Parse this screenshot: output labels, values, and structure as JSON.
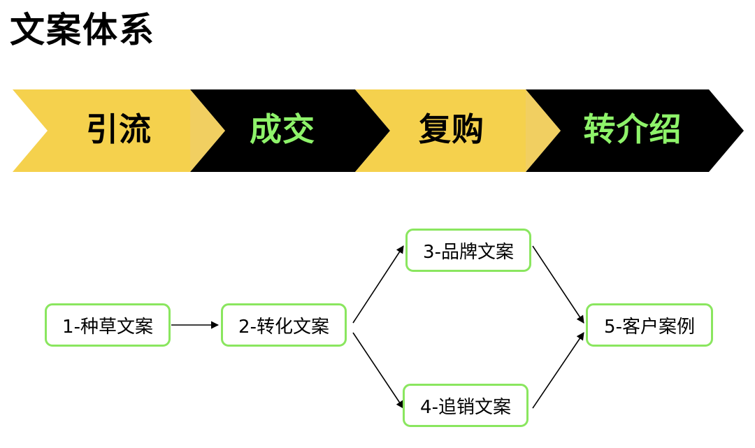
{
  "title": "文案体系",
  "colors": {
    "gold": "#f5d14d",
    "black": "#000000",
    "green_text": "#8ef36a",
    "node_border": "#8ae65f"
  },
  "stages": [
    {
      "label": "引流",
      "fill": "gold",
      "text_color": "#000000"
    },
    {
      "label": "成交",
      "fill": "black",
      "text_color": "#8ef36a"
    },
    {
      "label": "复购",
      "fill": "gold",
      "text_color": "#000000"
    },
    {
      "label": "转介绍",
      "fill": "black",
      "text_color": "#8ef36a"
    }
  ],
  "flow": {
    "nodes": [
      {
        "id": "n1",
        "label": "1-种草文案"
      },
      {
        "id": "n2",
        "label": "2-转化文案"
      },
      {
        "id": "n3",
        "label": "3-品牌文案"
      },
      {
        "id": "n4",
        "label": "4-追销文案"
      },
      {
        "id": "n5",
        "label": "5-客户案例"
      }
    ],
    "edges": [
      {
        "from": "n1",
        "to": "n2"
      },
      {
        "from": "n2",
        "to": "n3"
      },
      {
        "from": "n2",
        "to": "n4"
      },
      {
        "from": "n3",
        "to": "n5"
      },
      {
        "from": "n4",
        "to": "n5"
      }
    ]
  }
}
